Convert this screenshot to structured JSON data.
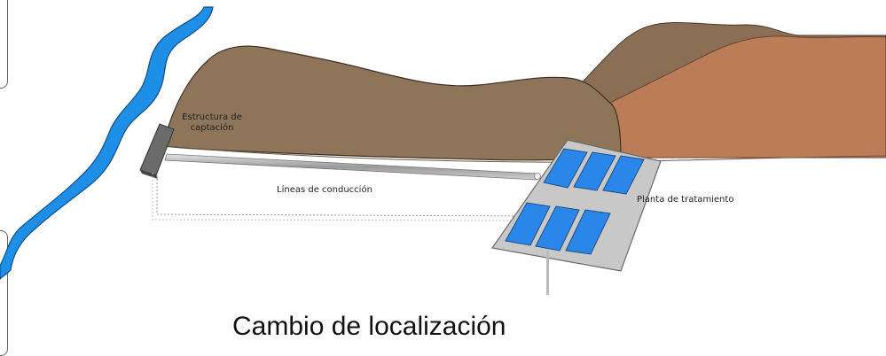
{
  "labels": {
    "intake": "Estructura de captación",
    "conduction": "Líneas de conducción",
    "plant": "Planta de tratamiento"
  },
  "caption": "Cambio de localización",
  "colors": {
    "river": "#1e8fe6",
    "hill_back": "#9b7b5e",
    "hill_front": "#8e7458",
    "hill_rust": "#bd7c58",
    "plant_panel": "#c8c8c8",
    "plant_tanks": "#2a86e8",
    "pipe": "#b8b8b8"
  }
}
